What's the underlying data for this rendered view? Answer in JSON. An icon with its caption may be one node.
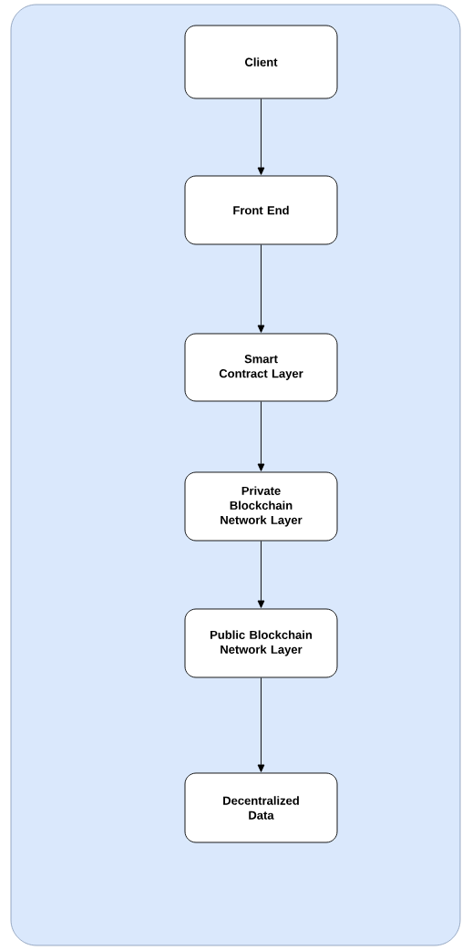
{
  "diagram": {
    "nodes": [
      {
        "text": [],
        "shape": "box"
      },
      {
        "text": [
          "Client"
        ],
        "in": 0
      },
      {
        "text": [
          "Front End"
        ],
        "in": 0
      },
      {
        "text": [
          "Smart Contract Layer"
        ],
        "in": 0
      },
      {
        "text": [
          "Private Blockchain Network Layer"
        ],
        "in": 0
      },
      {
        "text": [
          "Public Blockchain Network Layer"
        ],
        "in": 0
      },
      {
        "text": [
          "Decentralized Data"
        ],
        "in": 0
      }
    ],
    "edges": [
      {
        "from": 1,
        "to": 2,
        "arrow": "to"
      },
      {
        "from": 2,
        "to": 3,
        "arrow": "to"
      },
      {
        "from": 3,
        "to": 4,
        "arrow": "to"
      },
      {
        "from": 4,
        "to": 5,
        "arrow": "to"
      },
      {
        "from": 5,
        "to": 6,
        "arrow": "to"
      }
    ]
  }
}
